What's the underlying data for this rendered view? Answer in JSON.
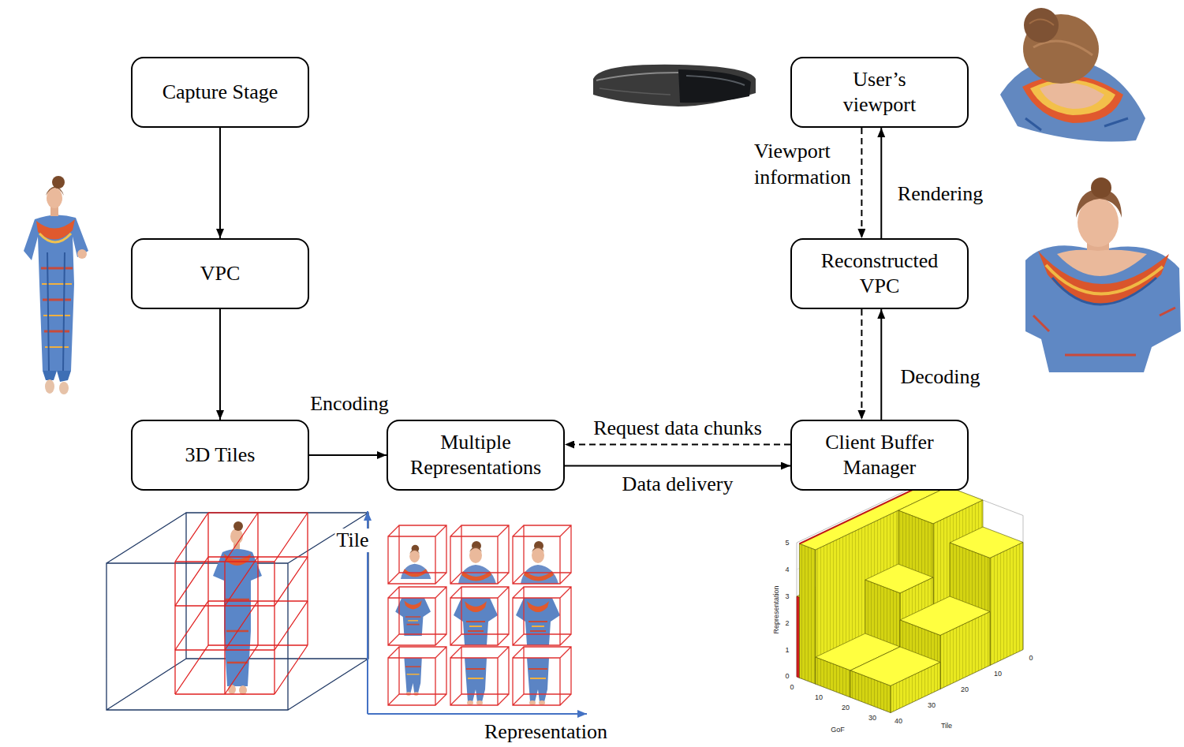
{
  "diagram": {
    "nodes": [
      {
        "text": [
          "Capture Stage"
        ]
      },
      {
        "text": [
          "User’s viewport"
        ]
      },
      {
        "text": [
          "VPC"
        ]
      },
      {
        "text": [
          "Reconstructed VPC"
        ]
      },
      {
        "text": [
          "3D Tiles"
        ]
      },
      {
        "text": [
          "Multiple Representations"
        ]
      },
      {
        "text": [
          "Client Buffer Manager"
        ]
      }
    ],
    "edges": [
      {
        "from": 0,
        "to": 2,
        "arrow": "to"
      },
      {
        "from": 2,
        "to": 4,
        "arrow": "to"
      },
      {
        "from": 4,
        "to": 5,
        "label": "Encoding",
        "arrow": "to"
      },
      {
        "from": 6,
        "to": 5,
        "label": "Request data chunks",
        "arrow": "to"
      },
      {
        "from": 5,
        "to": 6,
        "label": "Data delivery",
        "arrow": "to"
      },
      {
        "from": 1,
        "to": 3,
        "label": "Viewport information",
        "arrow": "to"
      },
      {
        "from": 3,
        "to": 1,
        "label": "Rendering",
        "arrow": "to"
      },
      {
        "from": 3,
        "to": 6,
        "arrow": "to"
      },
      {
        "from": 6,
        "to": 3,
        "label": "Decoding",
        "arrow": "to"
      }
    ],
    "labels": [
      "Tile",
      "Representation",
      "5",
      "4",
      "3",
      "2",
      "1",
      "0",
      "0",
      "10",
      "20",
      "30",
      "GoF",
      "0",
      "10",
      "20",
      "30",
      "40",
      "Tile",
      "Representation"
    ]
  }
}
